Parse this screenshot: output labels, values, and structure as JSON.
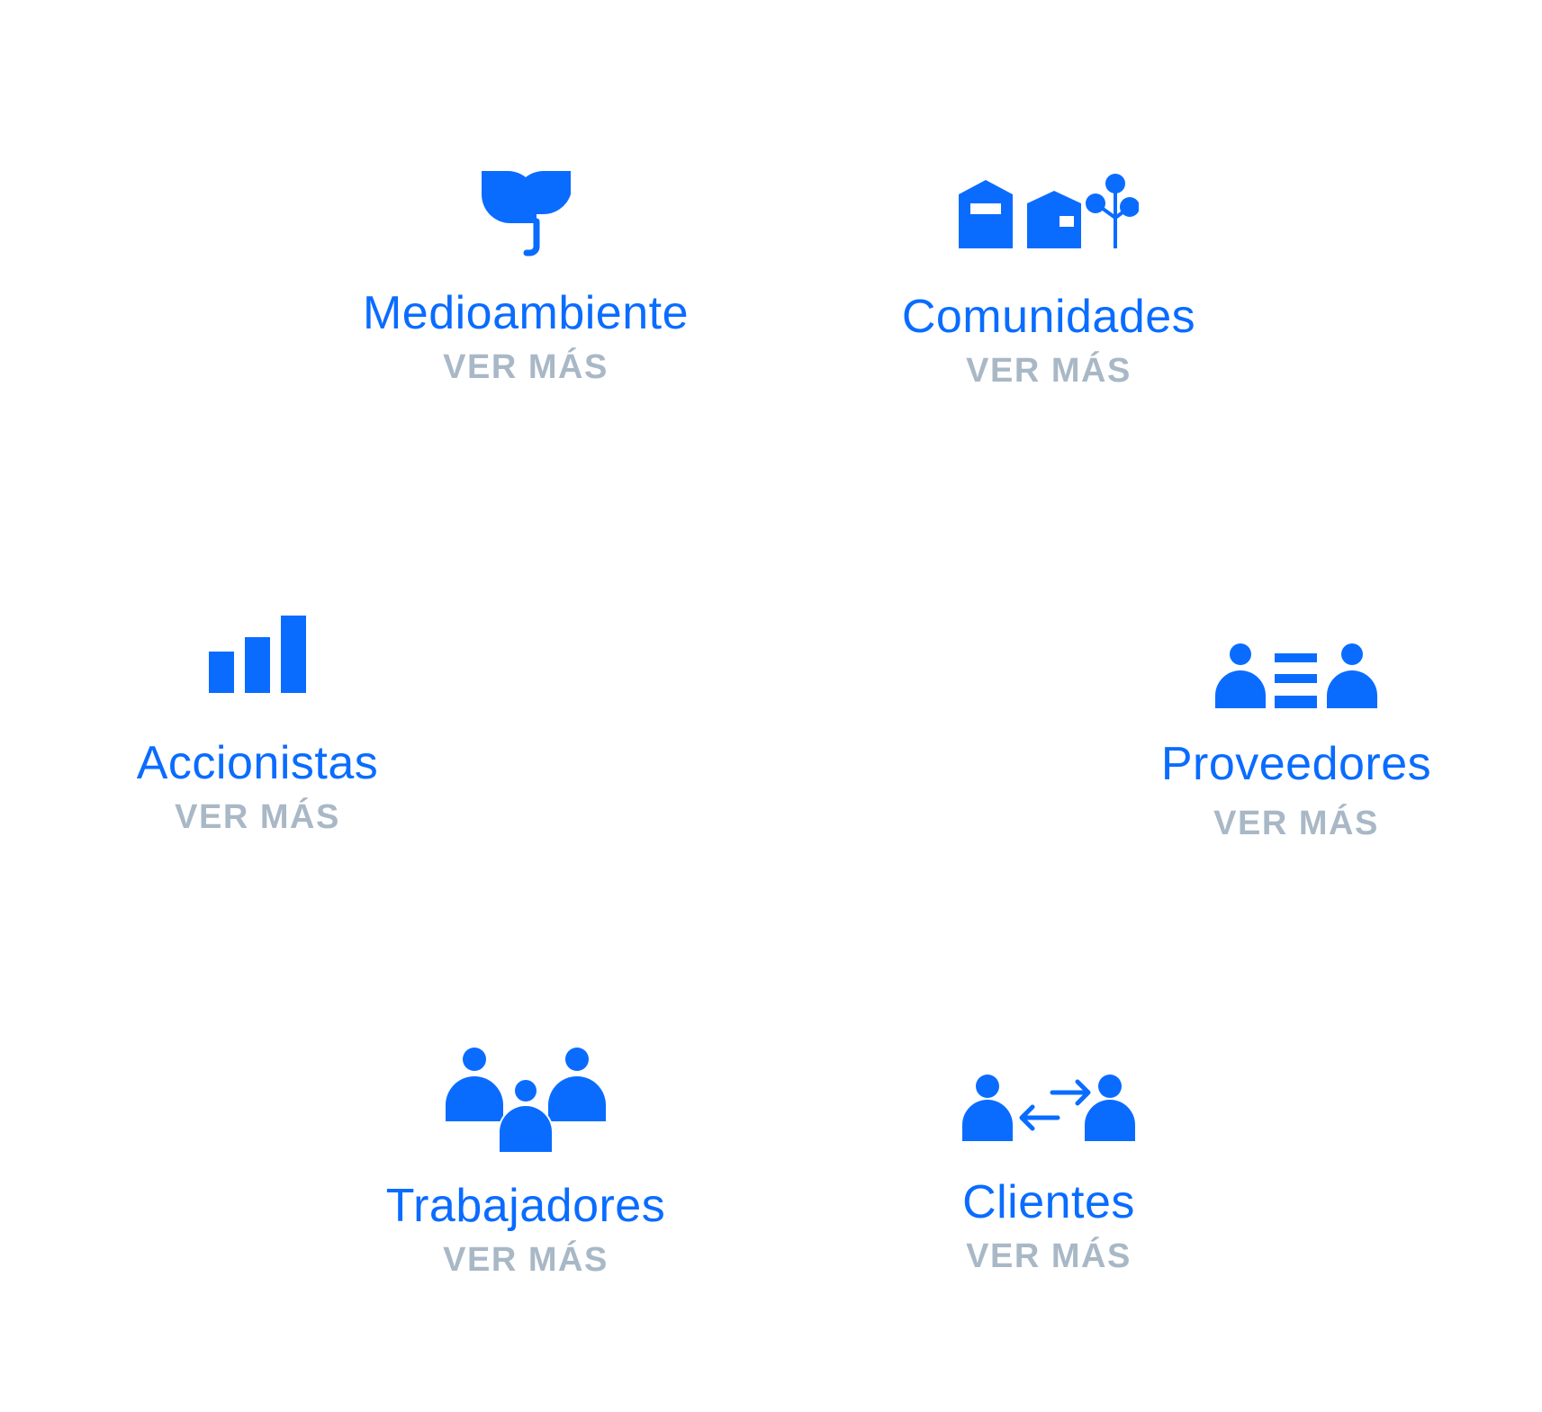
{
  "colors": {
    "accent": "#0a6cff",
    "link_muted": "#a9b8c6",
    "background": "#ffffff"
  },
  "stakeholders": [
    {
      "icon": "sprout-icon",
      "title": "Medioambiente",
      "link": "VER MÁS"
    },
    {
      "icon": "community-houses-tree-icon",
      "title": "Comunidades",
      "link": "VER MÁS"
    },
    {
      "icon": "bar-chart-icon",
      "title": "Accionistas",
      "link": "VER MÁS"
    },
    {
      "icon": "supplier-people-list-icon",
      "title": "Proveedores",
      "link": "VER MÁS"
    },
    {
      "icon": "workers-group-icon",
      "title": "Trabajadores",
      "link": "VER MÁS"
    },
    {
      "icon": "clients-exchange-icon",
      "title": "Clientes",
      "link": "VER MÁS"
    }
  ]
}
